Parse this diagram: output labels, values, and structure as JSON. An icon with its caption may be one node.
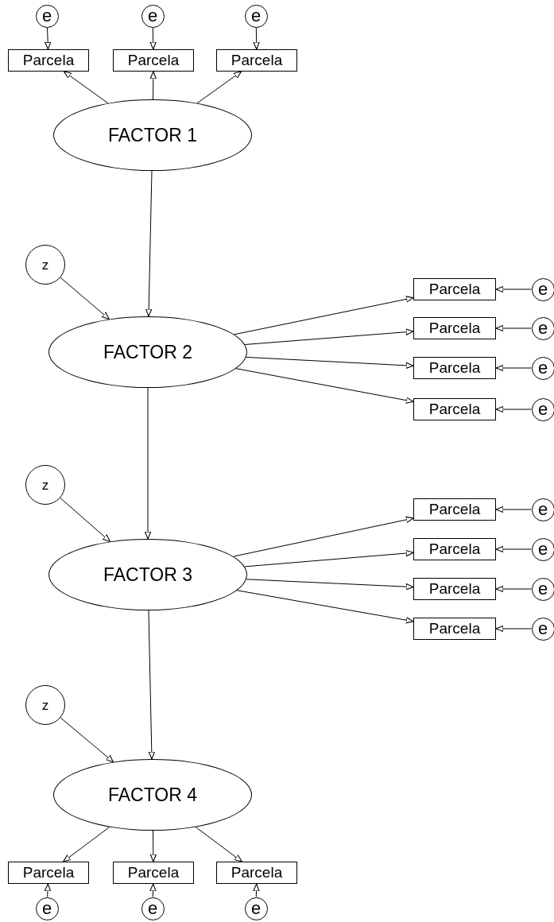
{
  "diagram": {
    "nodes": [
      {
        "text": [
          "e"
        ]
      },
      {
        "text": [
          "e"
        ]
      },
      {
        "text": [
          "e"
        ]
      },
      {
        "text": [
          "Parcela"
        ]
      },
      {
        "text": [
          "Parcela"
        ]
      },
      {
        "text": [
          "Parcela"
        ]
      },
      {
        "text": [
          "FACTOR 1"
        ]
      },
      {
        "text": [
          "z"
        ]
      },
      {
        "text": [
          "Parcela"
        ]
      },
      {
        "text": [
          "Parcela"
        ]
      },
      {
        "text": [
          "Parcela"
        ]
      },
      {
        "text": [
          "Parcela"
        ]
      },
      {
        "text": [
          "e"
        ]
      },
      {
        "text": [
          "e"
        ]
      },
      {
        "text": [
          "e"
        ]
      },
      {
        "text": [
          "e"
        ]
      },
      {
        "text": [
          "FACTOR 2"
        ]
      },
      {
        "text": [
          "z"
        ]
      },
      {
        "text": [
          "Parcela"
        ]
      },
      {
        "text": [
          "Parcela"
        ]
      },
      {
        "text": [
          "Parcela"
        ]
      },
      {
        "text": [
          "Parcela"
        ]
      },
      {
        "text": [
          "e"
        ]
      },
      {
        "text": [
          "e"
        ]
      },
      {
        "text": [
          "e"
        ]
      },
      {
        "text": [
          "e"
        ]
      },
      {
        "text": [
          "FACTOR 3"
        ]
      },
      {
        "text": [
          "z"
        ]
      },
      {
        "text": [
          "FACTOR 4"
        ]
      },
      {
        "text": [
          "Parcela"
        ]
      },
      {
        "text": [
          "Parcela"
        ]
      },
      {
        "text": [
          "Parcela"
        ]
      },
      {
        "text": [
          "e"
        ]
      },
      {
        "text": [
          "e"
        ]
      },
      {
        "text": [
          "e"
        ]
      }
    ],
    "edges": [
      {
        "from": 0,
        "to": 3,
        "arrow": "to"
      },
      {
        "from": 1,
        "to": 4,
        "arrow": "to"
      },
      {
        "from": 2,
        "to": 5,
        "arrow": "to"
      },
      {
        "from": 6,
        "to": 3,
        "arrow": "to"
      },
      {
        "from": 6,
        "to": 4,
        "arrow": "to"
      },
      {
        "from": 6,
        "to": 5,
        "arrow": "to"
      },
      {
        "from": 6,
        "to": 16,
        "arrow": "to"
      },
      {
        "from": 7,
        "to": 16,
        "arrow": "to"
      },
      {
        "from": 16,
        "to": 8,
        "arrow": "to"
      },
      {
        "from": 16,
        "to": 9,
        "arrow": "to"
      },
      {
        "from": 16,
        "to": 10,
        "arrow": "to"
      },
      {
        "from": 16,
        "to": 11,
        "arrow": "to"
      },
      {
        "from": 12,
        "to": 8,
        "arrow": "to"
      },
      {
        "from": 13,
        "to": 9,
        "arrow": "to"
      },
      {
        "from": 14,
        "to": 10,
        "arrow": "to"
      },
      {
        "from": 15,
        "to": 11,
        "arrow": "to"
      },
      {
        "from": 16,
        "to": 26,
        "arrow": "to"
      },
      {
        "from": 17,
        "to": 26,
        "arrow": "to"
      },
      {
        "from": 26,
        "to": 18,
        "arrow": "to"
      },
      {
        "from": 26,
        "to": 19,
        "arrow": "to"
      },
      {
        "from": 26,
        "to": 20,
        "arrow": "to"
      },
      {
        "from": 26,
        "to": 21,
        "arrow": "to"
      },
      {
        "from": 22,
        "to": 18,
        "arrow": "to"
      },
      {
        "from": 23,
        "to": 19,
        "arrow": "to"
      },
      {
        "from": 24,
        "to": 20,
        "arrow": "to"
      },
      {
        "from": 25,
        "to": 21,
        "arrow": "to"
      },
      {
        "from": 26,
        "to": 28,
        "arrow": "to"
      },
      {
        "from": 27,
        "to": 28,
        "arrow": "to"
      },
      {
        "from": 28,
        "to": 29,
        "arrow": "to"
      },
      {
        "from": 28,
        "to": 30,
        "arrow": "to"
      },
      {
        "from": 28,
        "to": 31,
        "arrow": "to"
      },
      {
        "from": 32,
        "to": 29,
        "arrow": "to"
      },
      {
        "from": 33,
        "to": 30,
        "arrow": "to"
      },
      {
        "from": 34,
        "to": 31,
        "arrow": "to"
      }
    ]
  }
}
